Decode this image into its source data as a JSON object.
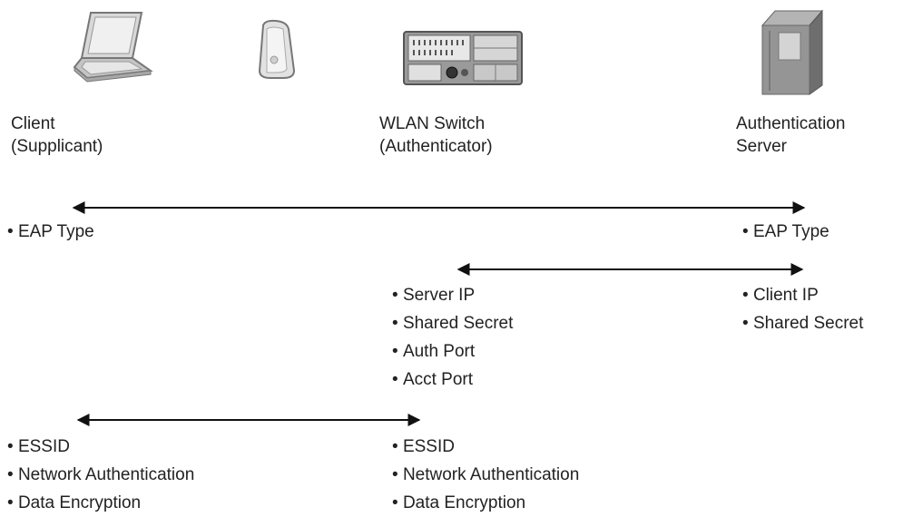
{
  "nodes": {
    "client": {
      "name": "Client",
      "role": "(Supplicant)"
    },
    "switch": {
      "name": "WLAN Switch",
      "role": "(Authenticator)"
    },
    "server": {
      "name": "Authentication",
      "role": "Server"
    }
  },
  "eap_link": {
    "client_items": [
      "EAP Type"
    ],
    "server_items": [
      "EAP Type"
    ]
  },
  "radius_link": {
    "switch_items": [
      "Server IP",
      "Shared Secret",
      "Auth Port",
      "Acct Port"
    ],
    "server_items": [
      "Client IP",
      "Shared Secret"
    ]
  },
  "wlan_link": {
    "client_items": [
      "ESSID",
      "Network Authentication",
      "Data Encryption"
    ],
    "switch_items": [
      "ESSID",
      "Network Authentication",
      "Data Encryption"
    ]
  },
  "icons": [
    "laptop-icon",
    "access-point-icon",
    "wlan-switch-icon",
    "server-icon"
  ],
  "colors": {
    "arrow": "#111111",
    "text": "#222222",
    "device_gray": "#8c8c8c"
  }
}
